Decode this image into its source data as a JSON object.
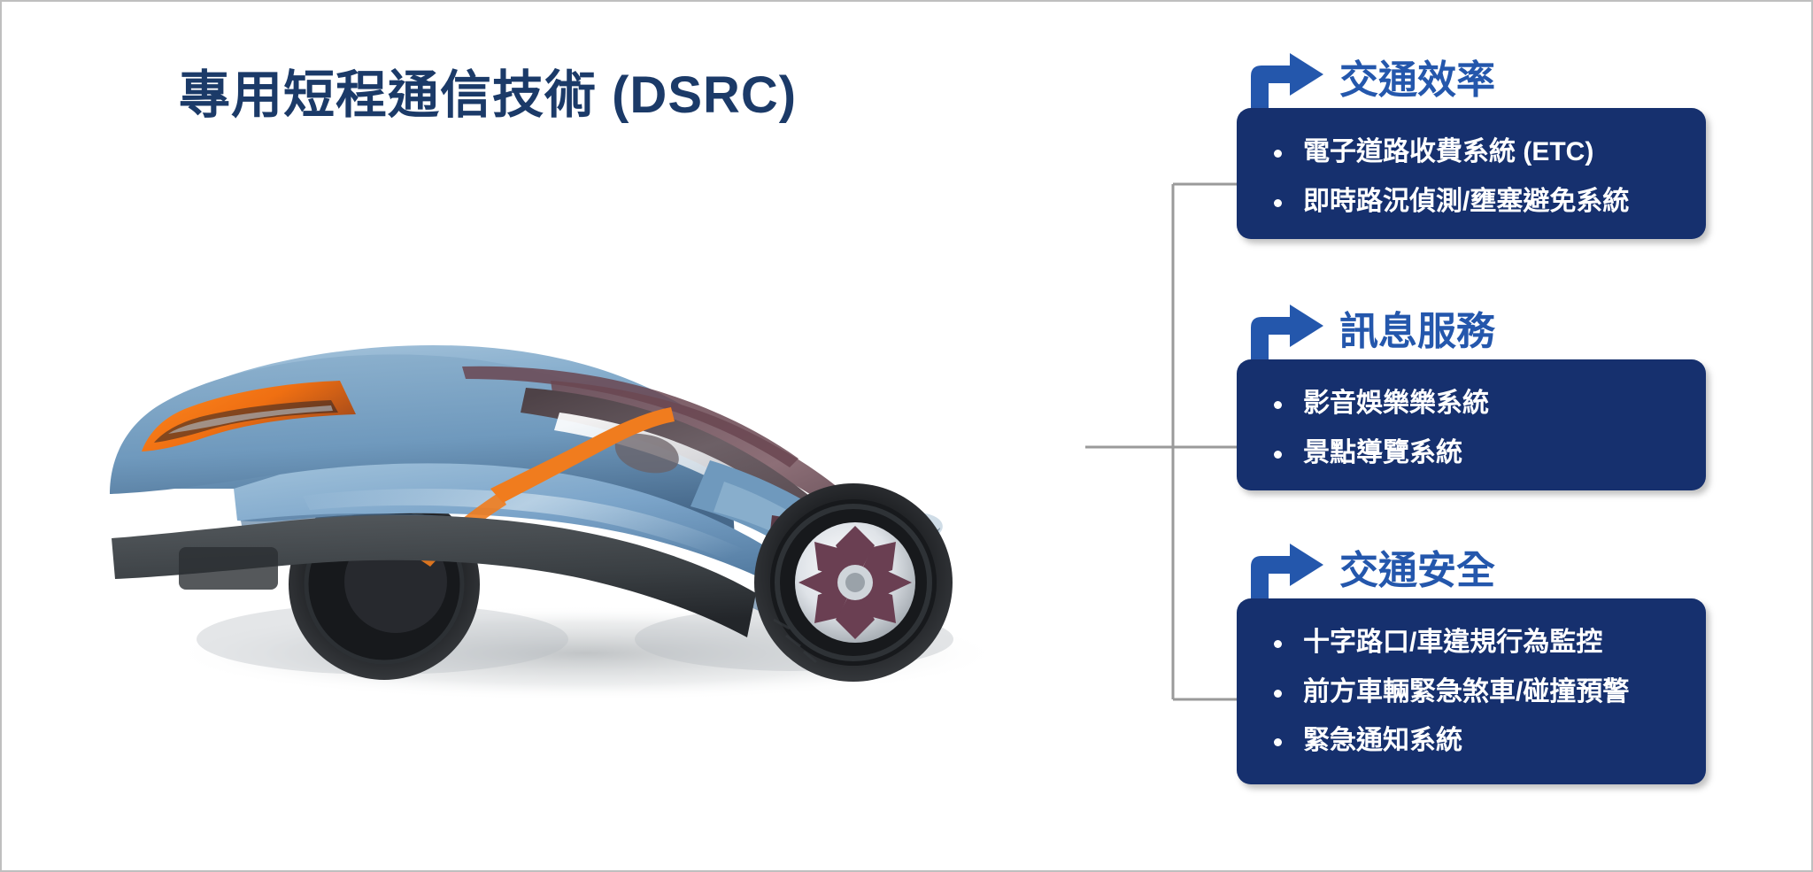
{
  "slide": {
    "title": "專用短程通信技術 (DSRC)",
    "title_color": "#1b3a68",
    "background": "#ffffff",
    "panel_color": "#16306e",
    "accent_color": "#2457ac",
    "connector_color": "#9a9a9a"
  },
  "illustration": {
    "name": "concept-car-rear-three-quarter",
    "body_color": "#7ba4c9",
    "body_shadow_color": "#4a7399",
    "taillight_color": "#f07c1e",
    "bumper_color": "#3e4347",
    "glass_color": "#6b5a5f",
    "wheel_color": "#6a3f52",
    "accent_stripe_color": "#f07c1e"
  },
  "groups": [
    {
      "id": "efficiency",
      "icon": "turn-right-arrow-icon",
      "title": "交通效率",
      "items": [
        "電子道路收費系統 (ETC)",
        "即時路況偵測/壅塞避免系統"
      ]
    },
    {
      "id": "info",
      "icon": "turn-right-arrow-icon",
      "title": "訊息服務",
      "items": [
        "影音娛樂樂系統",
        "景點導覽系統"
      ]
    },
    {
      "id": "safety",
      "icon": "turn-right-arrow-icon",
      "title": "交通安全",
      "items": [
        "十字路口/車違規行為監控",
        "前方車輛緊急煞車/碰撞預警",
        "緊急通知系統"
      ]
    }
  ]
}
